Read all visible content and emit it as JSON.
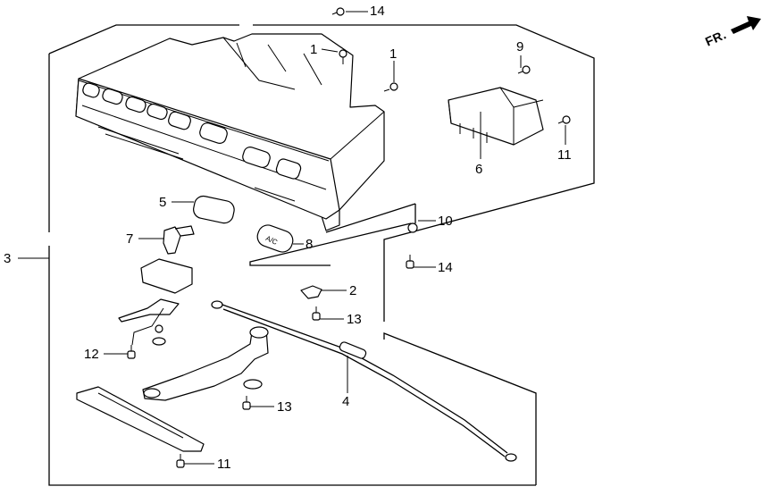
{
  "diagram": {
    "title": "Heater Control Panel Assembly (exploded view)",
    "orientation_marker": {
      "text": "FR.",
      "icon": "front-direction-arrow-icon"
    },
    "accent_color": "#000000",
    "background_color": "#ffffff",
    "callouts": [
      {
        "id": "c1a",
        "number": "1",
        "part": "clip"
      },
      {
        "id": "c1b",
        "number": "1",
        "part": "clip"
      },
      {
        "id": "c2",
        "number": "2",
        "part": "cable clamp"
      },
      {
        "id": "c3",
        "number": "3",
        "part": "heater control panel assembly"
      },
      {
        "id": "c4",
        "number": "4",
        "part": "control cable"
      },
      {
        "id": "c5",
        "number": "5",
        "part": "knob"
      },
      {
        "id": "c6",
        "number": "6",
        "part": "switch"
      },
      {
        "id": "c7",
        "number": "7",
        "part": "lever knob"
      },
      {
        "id": "c8",
        "number": "8",
        "part": "A/C switch button"
      },
      {
        "id": "c9",
        "number": "9",
        "part": "screw"
      },
      {
        "id": "c10",
        "number": "10",
        "part": "clip"
      },
      {
        "id": "c11a",
        "number": "11",
        "part": "screw"
      },
      {
        "id": "c11b",
        "number": "11",
        "part": "screw"
      },
      {
        "id": "c12",
        "number": "12",
        "part": "screw"
      },
      {
        "id": "c13a",
        "number": "13",
        "part": "screw"
      },
      {
        "id": "c13b",
        "number": "13",
        "part": "screw"
      },
      {
        "id": "c14a",
        "number": "14",
        "part": "screw"
      },
      {
        "id": "c14b",
        "number": "14",
        "part": "screw"
      }
    ],
    "button_text": {
      "ac": "A/C"
    }
  }
}
